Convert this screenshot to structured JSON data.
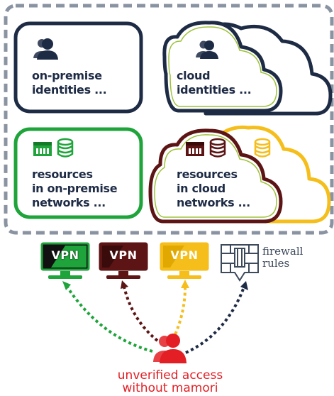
{
  "boxes": {
    "onprem_identities": {
      "line1": "on-premise",
      "line2": "identities ..."
    },
    "cloud_identities": {
      "line1": "cloud",
      "line2": "identities ..."
    },
    "onprem_resources": {
      "line1": "resources",
      "line2": "in on-premise",
      "line3": "networks ..."
    },
    "cloud_resources": {
      "line1": "resources",
      "line2": "in cloud",
      "line3": "networks ..."
    }
  },
  "gateways": [
    {
      "label": "VPN",
      "color": "#1ea43a"
    },
    {
      "label": "VPN",
      "color": "#5c1414"
    },
    {
      "label": "VPN",
      "color": "#f5be1b"
    }
  ],
  "firewall": {
    "line1": "firewall",
    "line2": "rules",
    "color": "#3d4a5c"
  },
  "user": {
    "line1": "unverified access",
    "line2": "without mamori",
    "color": "#e31e24"
  },
  "colors": {
    "navy": "#1e2b45",
    "green": "#1ea43a",
    "maroon": "#5c1414",
    "yellow": "#f5be1b",
    "gray_dash": "#8a93a1",
    "red": "#e31e24"
  }
}
